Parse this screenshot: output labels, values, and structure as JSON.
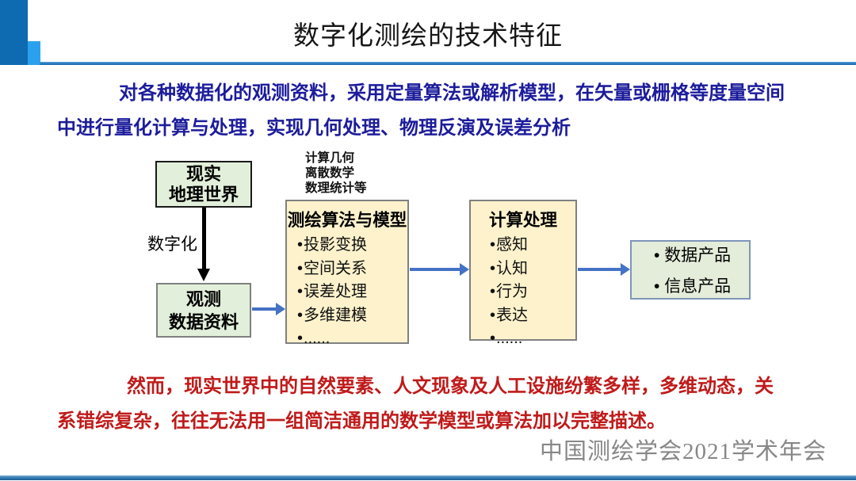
{
  "header": {
    "title": "数字化测绘的技术特征"
  },
  "intro": {
    "text": "对各种数据化的观测资料，采用定量算法或解析模型，在矢量或栅格等度量空间中进行量化计算与处理，实现几何处理、物理反演及误差分析"
  },
  "diagram": {
    "real_world_box": {
      "line1": "现实",
      "line2": "地理世界"
    },
    "digitize_label": "数字化",
    "observation_box": {
      "line1": "观测",
      "line2": "数据资料"
    },
    "math_fields_note": {
      "line1": "计算几何",
      "line2": "离散数学",
      "line3": "数理统计等"
    },
    "algorithm_box": {
      "title": "测绘算法与模型",
      "items": [
        "投影变换",
        "空间关系",
        "误差处理",
        "多维建模",
        "......"
      ]
    },
    "processing_box": {
      "title": "计算处理",
      "items": [
        "感知",
        "认知",
        "行为",
        "表达",
        "......"
      ]
    },
    "product_box": {
      "items": [
        "数据产品",
        "信息产品"
      ]
    }
  },
  "conclusion": {
    "text": "然而，现实世界中的自然要素、人文现象及人工设施纷繁多样，多维动态，关系错综复杂，往往无法用一组简洁通用的数学模型或算法加以完整描述。"
  },
  "footer": {
    "text": "中国测绘学会2021学术年会"
  },
  "colors": {
    "intro_text": "#1c1c9c",
    "conclusion_text": "#c01a1a",
    "green_box_fill": "#e2efda",
    "cream_box_fill": "#fdf2cc",
    "product_box_fill": "#e4ecda",
    "product_box_border": "#7e95b8",
    "arrow_blue": "#4472c4",
    "accent_dark_blue": "#0e6ab1",
    "accent_light_blue": "#2ba1ee",
    "footer_gray": "#878787"
  }
}
